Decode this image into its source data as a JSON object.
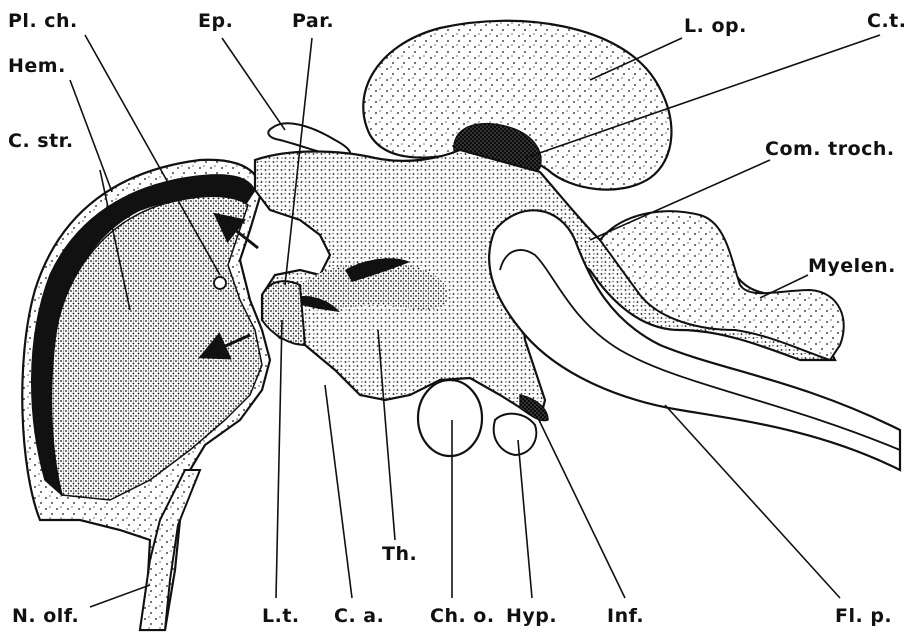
{
  "labels": {
    "pl_ch": "Pl. ch.",
    "ep": "Ep.",
    "par": "Par.",
    "l_op": "L. op.",
    "c_t": "C.t.",
    "hem": "Hem.",
    "c_str": "C. str.",
    "com_troch": "Com. troch.",
    "myelen": "Myelen.",
    "th": "Th.",
    "n_olf": "N. olf.",
    "l_t": "L.t.",
    "c_a": "C. a.",
    "ch_o": "Ch. o.",
    "hyp": "Hyp.",
    "inf": "Inf.",
    "fl_p": "Fl. p."
  },
  "colors": {
    "ink": "#111111",
    "paper": "#ffffff"
  }
}
